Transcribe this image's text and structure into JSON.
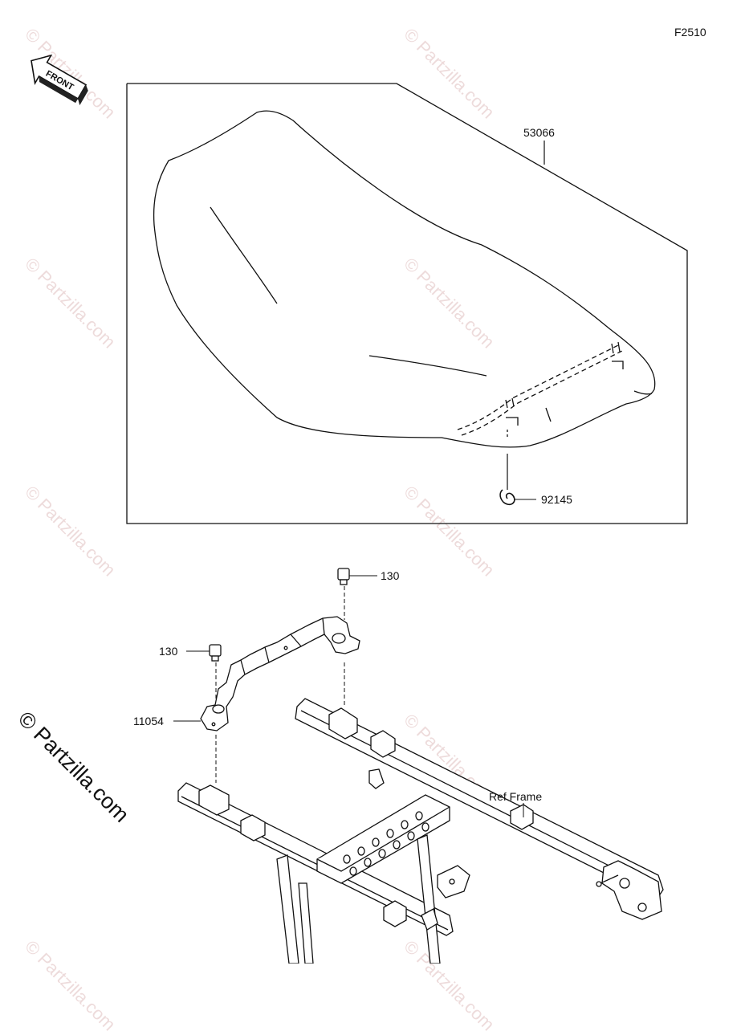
{
  "figure_code": "F2510",
  "front_label": "FRONT",
  "watermark": "© Partzilla.com",
  "parts": {
    "seat": "53066",
    "clip": "92145",
    "bolt_upper": "130",
    "bolt_lower": "130",
    "bracket": "11054",
    "frame_ref": "Ref.Frame"
  }
}
